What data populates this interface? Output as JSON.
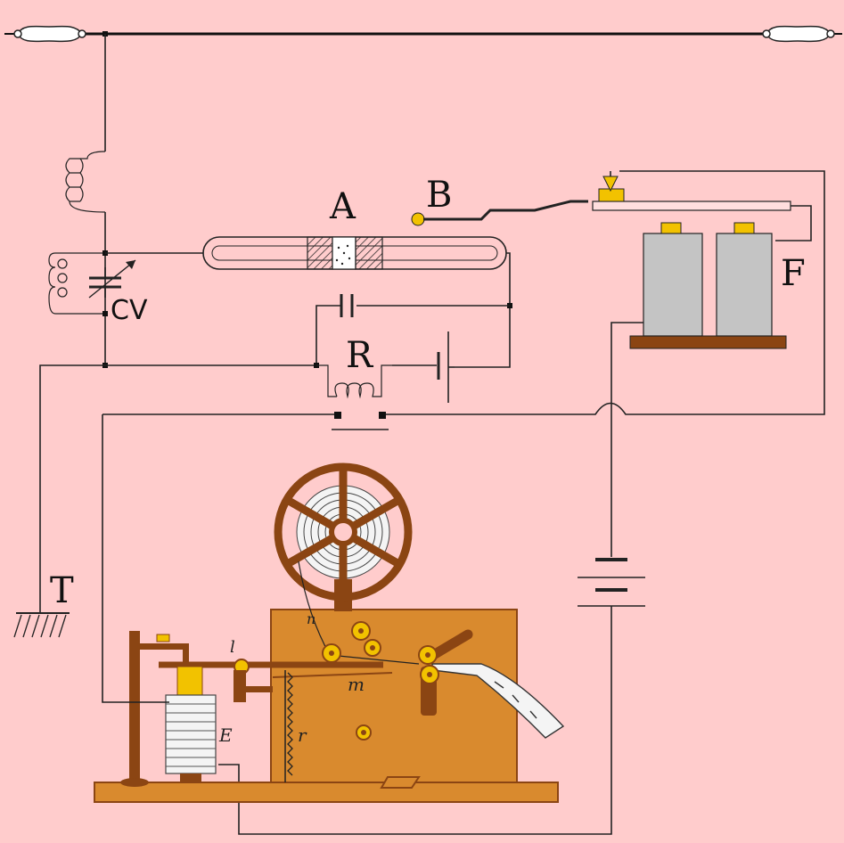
{
  "labels": {
    "A": "A",
    "B": "B",
    "CV": "CV",
    "R": "R",
    "F": "F",
    "T": "T",
    "E": "E",
    "r": "r",
    "m": "m",
    "n": "n",
    "l": "l"
  },
  "colors": {
    "background": "#ffcccc",
    "wire": "#222222",
    "wood": "#d98a2e",
    "wood_dark": "#8b4513",
    "brass": "#f2c200",
    "battery_cell": "#c4c4c4",
    "coil_white": "#f4f4f4"
  }
}
